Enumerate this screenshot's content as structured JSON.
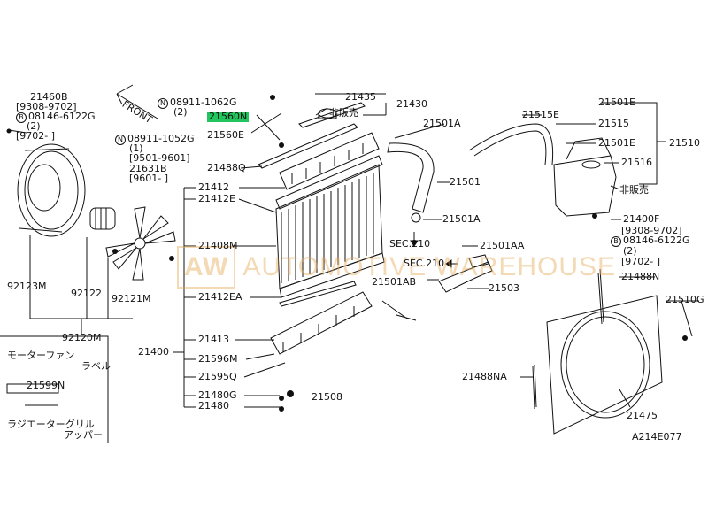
{
  "labels": {
    "p21460B": "21460B",
    "d9308_9702_l": "[9308-9702]",
    "b08146_l": "08146-6122G",
    "two_l": "(2)",
    "d9702_l": "[9702-     ]",
    "front": "FRONT",
    "n08911_1062": "08911-1062G",
    "two_a": "(2)",
    "p21560N": "21560N",
    "p21560E": "21560E",
    "n08911_1052": "08911-1052G",
    "one_a": "(1)",
    "d9501_9601": "[9501-9601]",
    "p21631B": "21631B",
    "d9601": "[9601-     ]",
    "p21435": "21435",
    "p21430": "21430",
    "hanbai_a": "非販売",
    "p21488Q": "21488Q",
    "p21412": "21412",
    "p21412E": "21412E",
    "p21408M": "21408M",
    "p21412EA": "21412EA",
    "p21413": "21413",
    "p21400": "21400",
    "p21596M": "21596M",
    "p21595Q": "21595Q",
    "p21480G": "21480G",
    "p21480": "21480",
    "p21508": "21508",
    "p21501A_top": "21501A",
    "p21501": "21501",
    "p21501A_mid": "21501A",
    "sec210_a": "SEC.210",
    "p21501AA": "21501AA",
    "sec210_b": "SEC.210",
    "p21501AB": "21501AB",
    "p21503": "21503",
    "p21501E_top": "21501E",
    "p21515E": "21515E",
    "p21515": "21515",
    "p21501E_mid": "21501E",
    "p21510": "21510",
    "p21516": "21516",
    "hanbai_b": "非販売",
    "p21400F": "21400F",
    "d9308_9702_r": "[9308-9702]",
    "b08146_r": "08146-6122G",
    "two_r": "(2)",
    "d9702_r": "[9702-     ]",
    "p21488N": "21488N",
    "p21510G": "21510G",
    "p21488NA": "21488NA",
    "p21475": "21475",
    "p92123M": "92123M",
    "p92122": "92122",
    "p92121M": "92121M",
    "p92120M": "92120M",
    "motor_fan_a": "モーターファン",
    "motor_fan_b": "ラベル",
    "p21599N": "21599N",
    "grille_a": "ラジエーターグリル",
    "grille_b": "アッパー",
    "fig_code": "A214E077",
    "n": "N",
    "b": "B"
  },
  "watermark": {
    "mark": "AW",
    "text": "AUTOMOTIVE WAREHOUSE"
  },
  "colors": {
    "highlight": "#22c55e",
    "line": "#111111",
    "watermark": "#e6aa5a"
  }
}
